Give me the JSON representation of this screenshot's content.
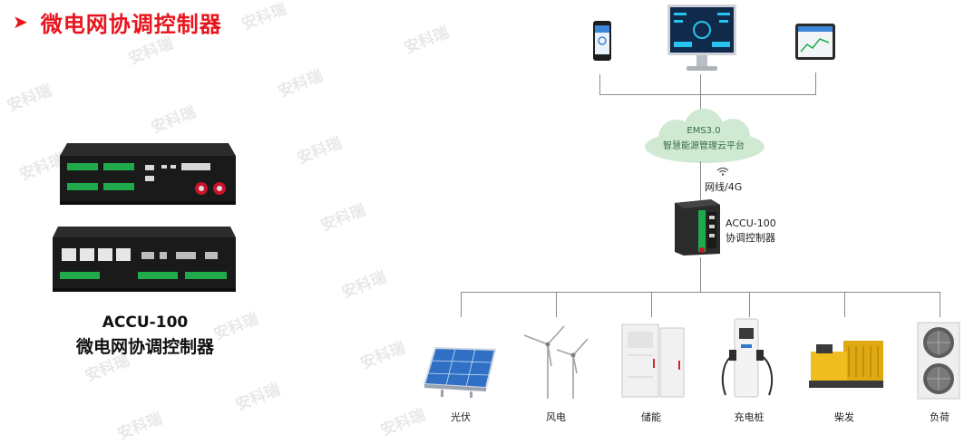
{
  "header": {
    "title": "微电网协调控制器"
  },
  "watermark": {
    "text": "安科瑞"
  },
  "product": {
    "model": "ACCU-100",
    "name": "微电网协调控制器"
  },
  "cloud": {
    "line1": "EMS3.0",
    "line2": "智慧能源管理云平台"
  },
  "link": {
    "label": "网线/4G"
  },
  "controller": {
    "model": "ACCU-100",
    "name": "协调控制器"
  },
  "devices": [
    {
      "label": "光伏",
      "icon": "solar-panel-icon"
    },
    {
      "label": "风电",
      "icon": "wind-turbine-icon"
    },
    {
      "label": "储能",
      "icon": "energy-storage-cabinet-icon"
    },
    {
      "label": "充电桩",
      "icon": "ev-charger-icon"
    },
    {
      "label": "柴发",
      "icon": "diesel-generator-icon"
    },
    {
      "label": "负荷",
      "icon": "load-unit-icon"
    }
  ],
  "colors": {
    "title": "#e8141c",
    "cloud": "#cfe9d3",
    "cloud_text": "#3b6e47",
    "lines": "#8a8a8a"
  }
}
